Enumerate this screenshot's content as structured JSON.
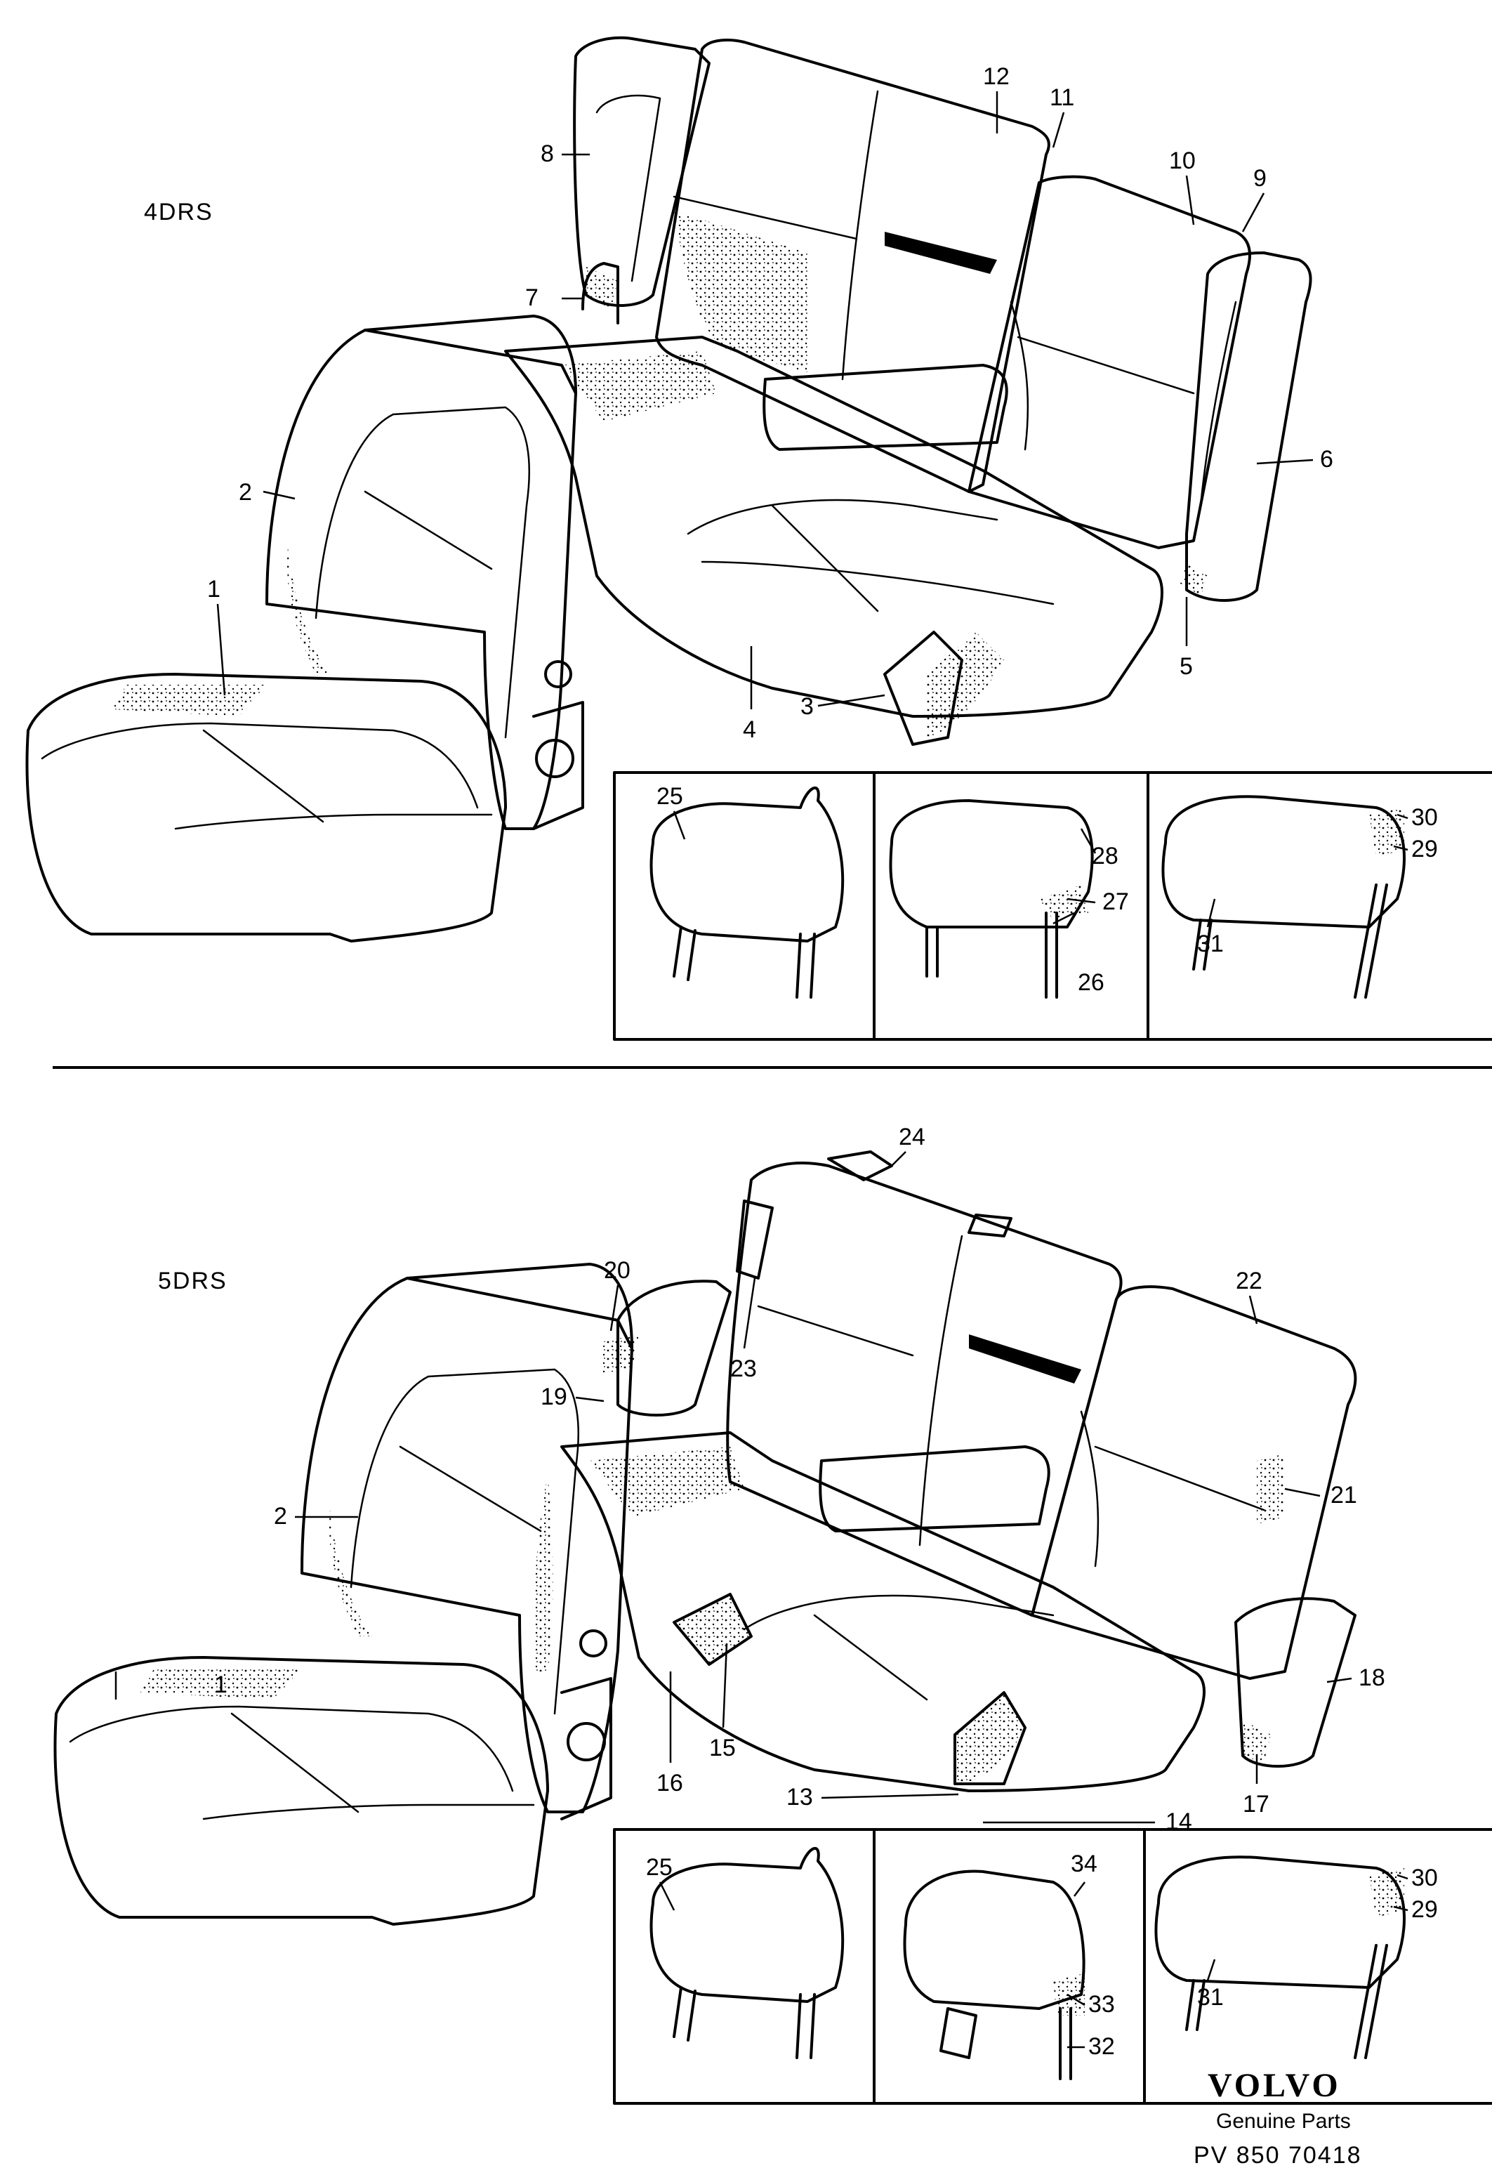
{
  "sections": {
    "top_label": "4DRS",
    "bottom_label": "5DRS"
  },
  "callouts": {
    "c1": "1",
    "c2": "2",
    "c3": "3",
    "c4": "4",
    "c5": "5",
    "c6": "6",
    "c7": "7",
    "c8": "8",
    "c9": "9",
    "c10": "10",
    "c11": "11",
    "c12": "12",
    "c13": "13",
    "c14": "14",
    "c15": "15",
    "c16": "16",
    "c17": "17",
    "c18": "18",
    "c19": "19",
    "c20": "20",
    "c21": "21",
    "c22": "22",
    "c23": "23",
    "c24": "24",
    "c25": "25",
    "c26": "26",
    "c27": "27",
    "c28": "28",
    "c29": "29",
    "c30": "30",
    "c31": "31",
    "c32": "32",
    "c33": "33",
    "c34": "34"
  },
  "brand": {
    "logo": "VOLVO",
    "tagline": "Genuine Parts",
    "code": "PV 850  70418"
  }
}
